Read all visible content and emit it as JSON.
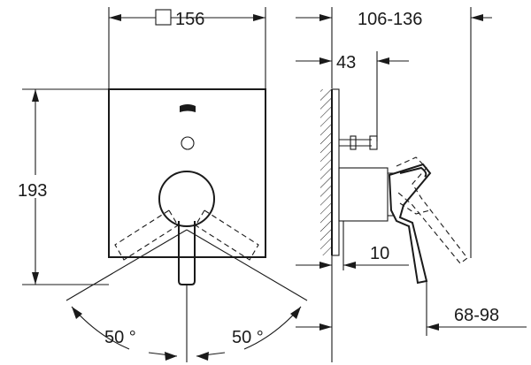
{
  "dimensions": {
    "plate_width": "156",
    "plate_height": "193",
    "wall_offset": "43",
    "projection_range": "106-136",
    "lever_depth": "10",
    "lever_range": "68-98",
    "angle_left": "50 °",
    "angle_right": "50 °"
  },
  "symbols": {
    "square": "square-symbol"
  }
}
